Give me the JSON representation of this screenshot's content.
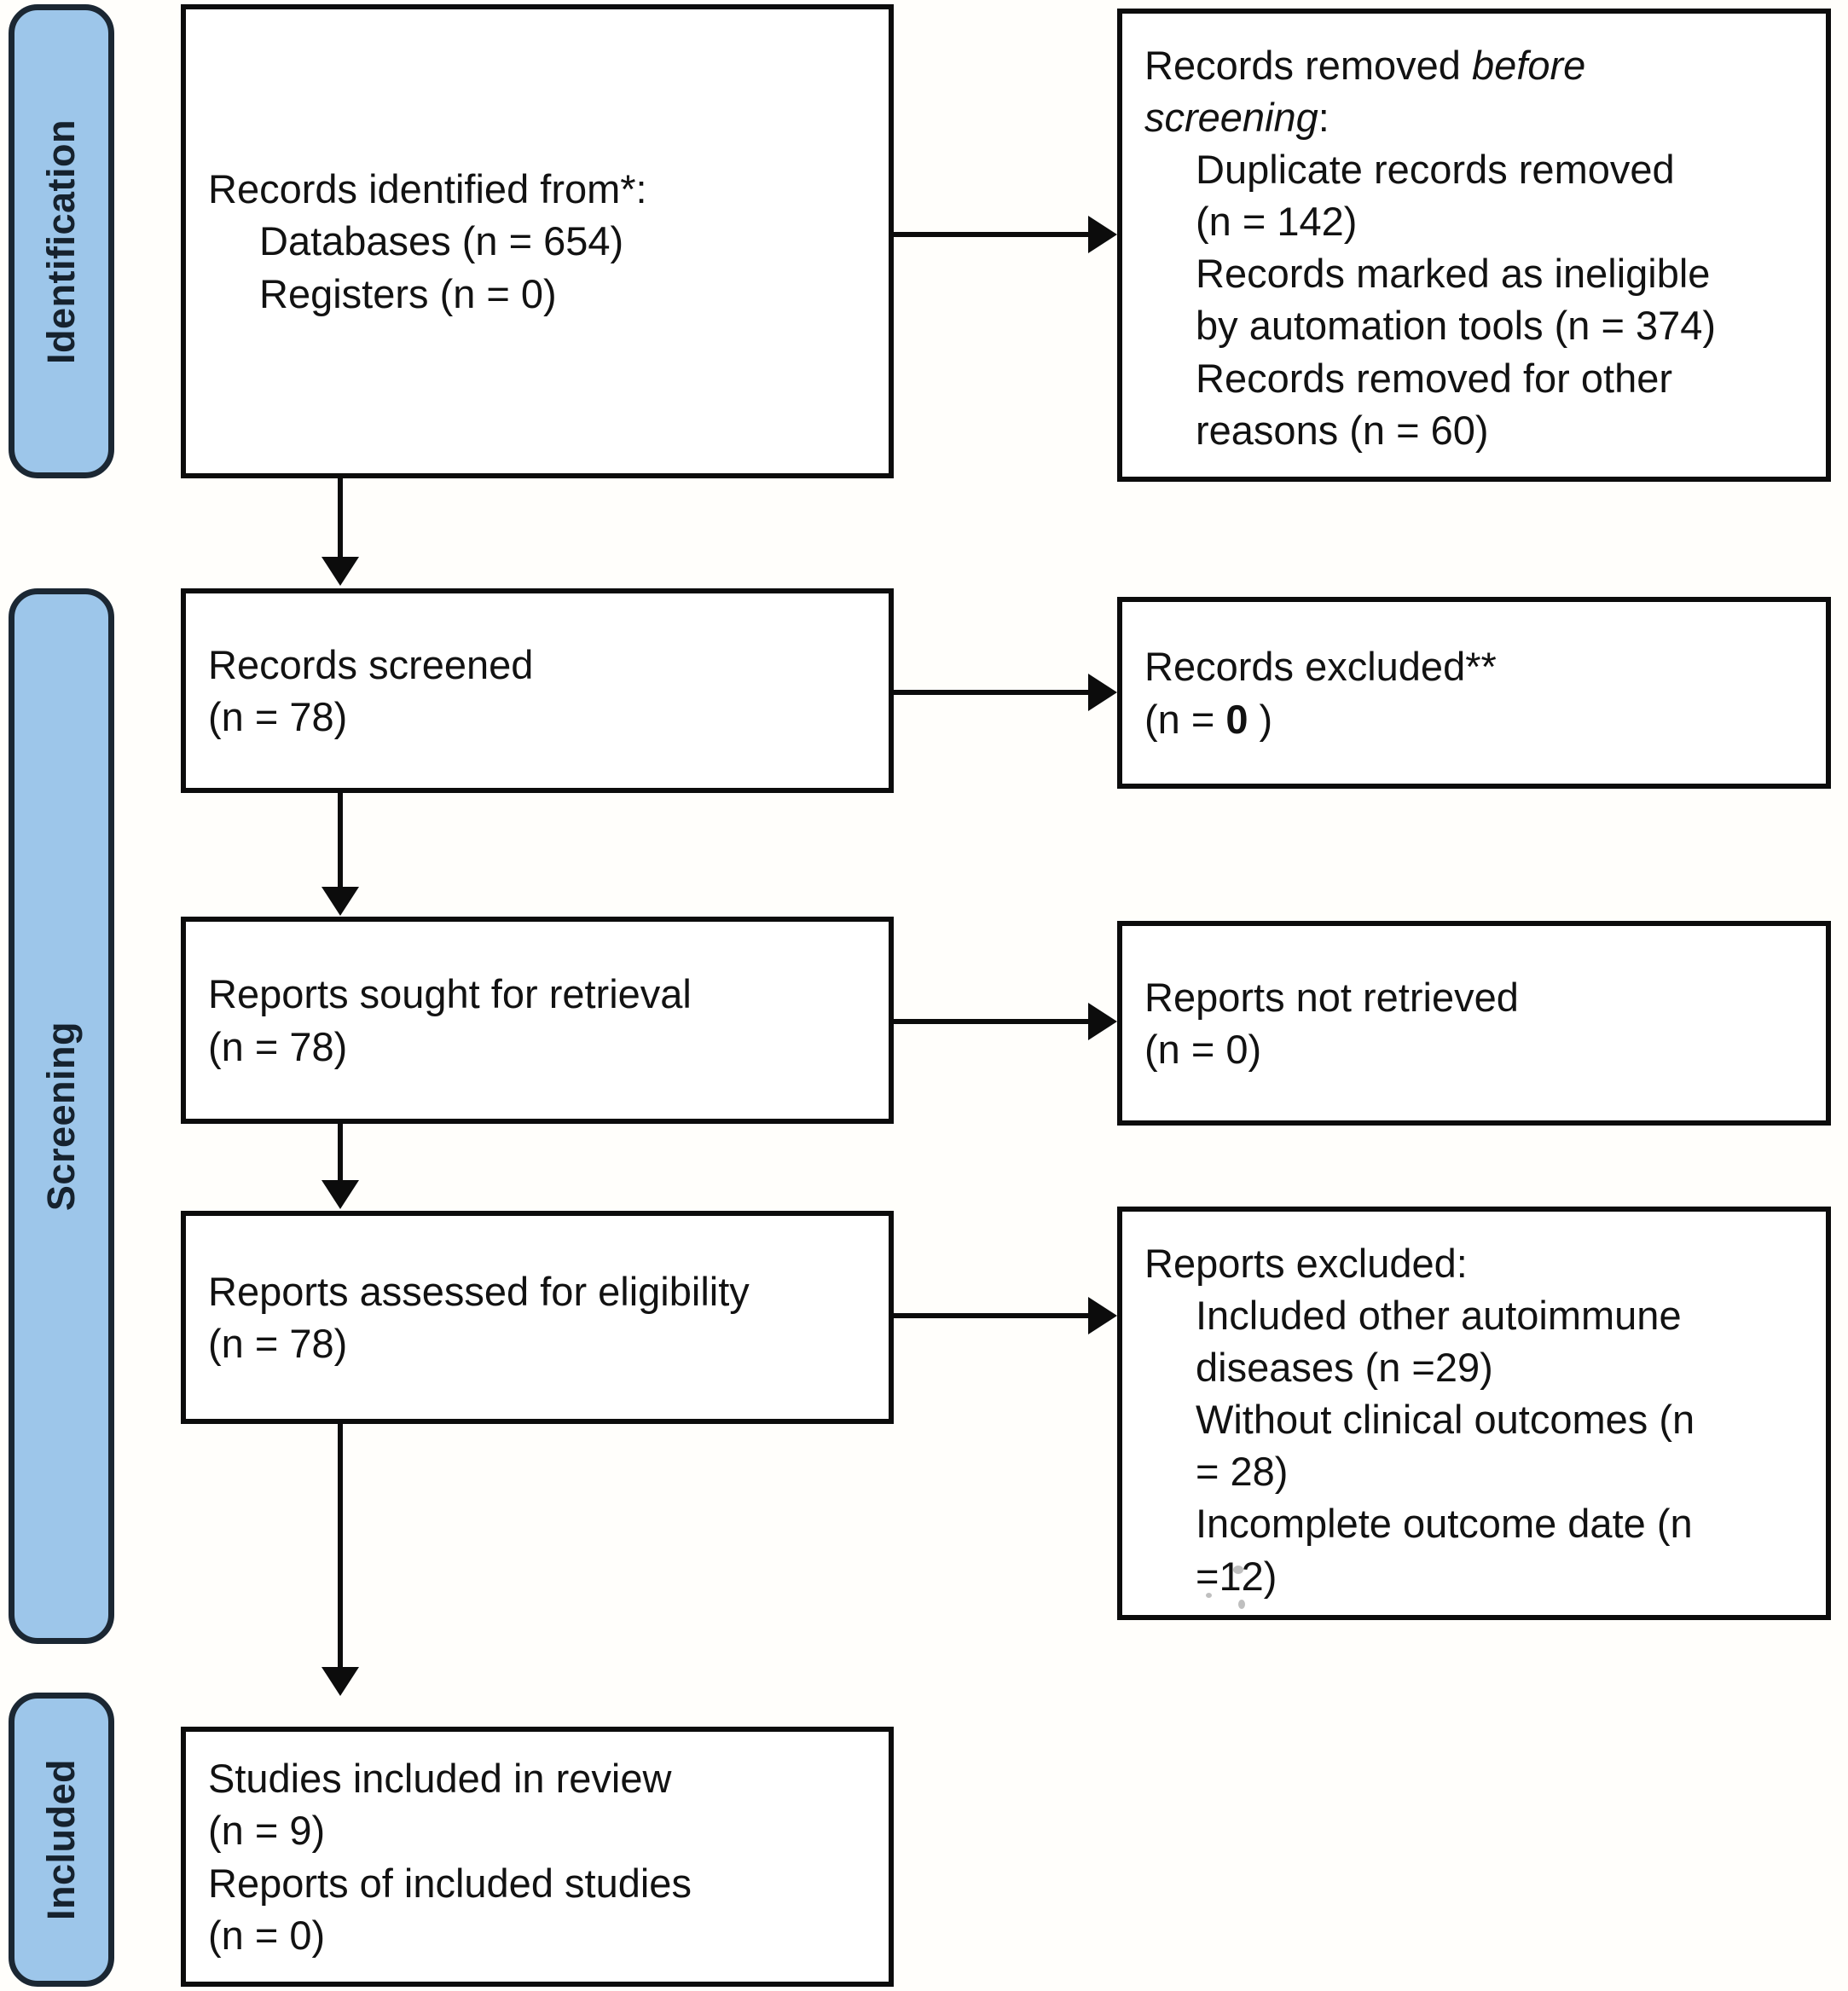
{
  "diagram": {
    "title": "PRISMA 2020 flow diagram",
    "accent_color": "#9DC6EA",
    "border_color": "#1B2733",
    "box_border_color": "#0C0C0C",
    "background_color": "#FFFFFF"
  },
  "stages": {
    "identification": "Identification",
    "screening": "Screening",
    "included": "Included"
  },
  "boxes": {
    "identified": {
      "l1": "Records identified from*:",
      "l2": "Databases (n = 654)",
      "l3": "Registers (n = 0)"
    },
    "removed_before_screening": {
      "l1a": "Records removed ",
      "l1b": "before",
      "l2a": "screening",
      "l2b": ":",
      "l3": "Duplicate records removed",
      "l4": "(n = 142)",
      "l5": "Records marked as ineligible",
      "l6": "by automation tools (n = 374)",
      "l7": "Records removed for other",
      "l8": "reasons (n = 60)"
    },
    "records_screened": {
      "l1": "Records screened",
      "l2": "(n = 78)"
    },
    "records_excluded": {
      "l1": "Records excluded**",
      "l2a": "(n = ",
      "l2b": "0",
      "l2c": " )"
    },
    "reports_sought": {
      "l1": "Reports sought for retrieval",
      "l2": "(n = 78)"
    },
    "reports_not_retrieved": {
      "l1": "Reports not retrieved",
      "l2": "(n = 0)"
    },
    "reports_assessed": {
      "l1": "Reports assessed for eligibility",
      "l2": "(n = 78)"
    },
    "reports_excluded": {
      "l1": "Reports excluded:",
      "l2": "Included other autoimmune",
      "l3": "diseases (n =29)",
      "l4": "Without clinical outcomes (n",
      "l5": "= 28)",
      "l6": "Incomplete outcome date (n",
      "l7": "=12)"
    },
    "studies_included": {
      "l1": "Studies included in review",
      "l2": "(n = 9)",
      "l3": "Reports of included studies",
      "l4": "(n = 0)"
    }
  },
  "chart_data": {
    "type": "table",
    "title": "PRISMA 2020 flow diagram",
    "nodes": [
      {
        "stage": "Identification",
        "label": "Records identified from*: Databases",
        "n": 654
      },
      {
        "stage": "Identification",
        "label": "Records identified from*: Registers",
        "n": 0
      },
      {
        "stage": "Identification",
        "label": "Duplicate records removed",
        "n": 142
      },
      {
        "stage": "Identification",
        "label": "Records marked as ineligible by automation tools",
        "n": 374
      },
      {
        "stage": "Identification",
        "label": "Records removed for other reasons",
        "n": 60
      },
      {
        "stage": "Screening",
        "label": "Records screened",
        "n": 78
      },
      {
        "stage": "Screening",
        "label": "Records excluded**",
        "n": 0
      },
      {
        "stage": "Screening",
        "label": "Reports sought for retrieval",
        "n": 78
      },
      {
        "stage": "Screening",
        "label": "Reports not retrieved",
        "n": 0
      },
      {
        "stage": "Screening",
        "label": "Reports assessed for eligibility",
        "n": 78
      },
      {
        "stage": "Screening",
        "label": "Reports excluded: Included other autoimmune diseases",
        "n": 29
      },
      {
        "stage": "Screening",
        "label": "Reports excluded: Without clinical outcomes",
        "n": 28
      },
      {
        "stage": "Screening",
        "label": "Reports excluded: Incomplete outcome date",
        "n": 12
      },
      {
        "stage": "Included",
        "label": "Studies included in review",
        "n": 9
      },
      {
        "stage": "Included",
        "label": "Reports of included studies",
        "n": 0
      }
    ]
  }
}
